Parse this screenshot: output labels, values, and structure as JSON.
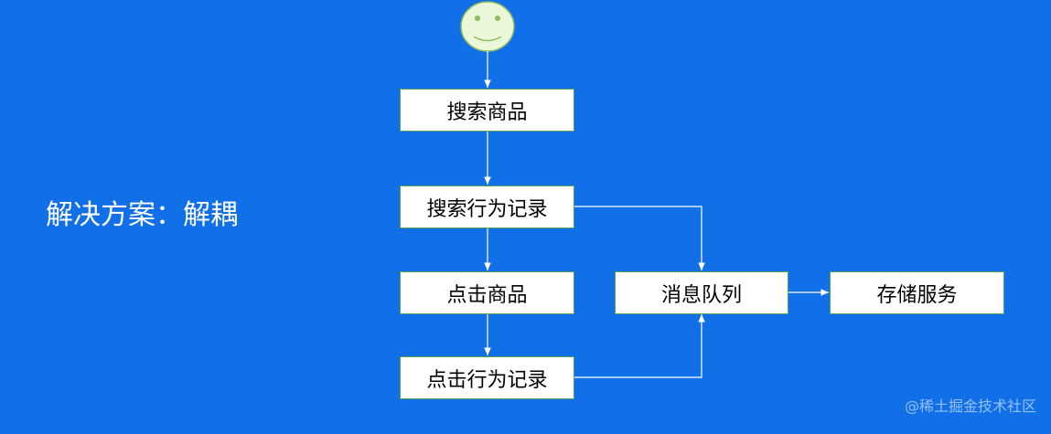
{
  "title": "解决方案：解耦",
  "nodes": {
    "search_product": "搜索商品",
    "search_log": "搜索行为记录",
    "click_product": "点击商品",
    "click_log": "点击行为记录",
    "message_queue": "消息队列",
    "storage_service": "存储服务"
  },
  "watermark": "@稀土掘金技术社区",
  "colors": {
    "background": "#1170e8",
    "node_fill": "#ffffff",
    "node_border": "#55a155",
    "connector": "#ffffff",
    "face_fill": "#eaf7d8",
    "face_stroke": "#8dbb5f"
  },
  "icons": {
    "start": "smiley-face-icon"
  }
}
